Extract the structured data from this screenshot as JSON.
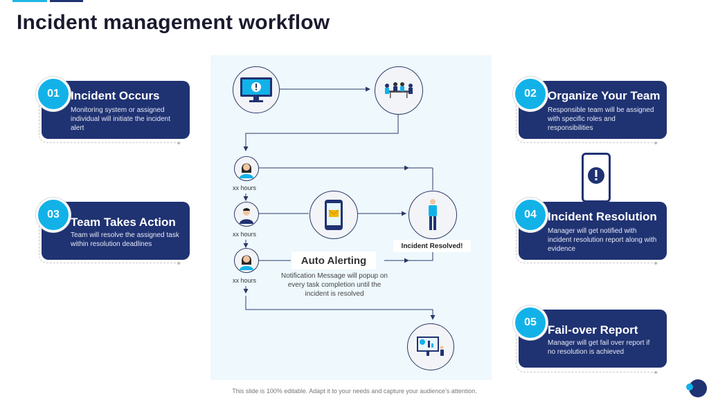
{
  "slide_title": "Incident management workflow",
  "steps": [
    {
      "number": "01",
      "title": "Incident Occurs",
      "desc": "Monitoring system or assigned individual  will initiate the incident alert"
    },
    {
      "number": "02",
      "title": "Organize Your Team",
      "desc": "Responsible team will be assigned with specific roles and responsibilities"
    },
    {
      "number": "03",
      "title": "Team Takes Action",
      "desc": "Team will resolve the assigned task within resolution deadlines"
    },
    {
      "number": "04",
      "title": "Incident Resolution",
      "desc": "Manager will get notified with incident resolution report along with evidence"
    },
    {
      "number": "05",
      "title": "Fail-over Report",
      "desc": "Manager will get fail over report if no resolution is achieved"
    }
  ],
  "workflow": {
    "hours_labels": [
      "xx hours",
      "xx hours",
      "xx hours"
    ],
    "auto_alerting_title": "Auto Alerting",
    "auto_alerting_desc": "Notification Message will popup on every task completion until the incident is resolved",
    "resolved_label": "Incident Resolved!"
  },
  "icons": [
    "monitor-alert-icon",
    "team-meeting-icon",
    "person-icon",
    "phone-mail-icon",
    "standing-man-icon",
    "presentation-icon",
    "phone-alert-icon"
  ],
  "colors": {
    "primary": "#1f3272",
    "accent": "#12b2e8",
    "panel": "#eef8fd"
  },
  "footer": "This slide is 100% editable. Adapt it to your needs and capture your audience’s attention."
}
